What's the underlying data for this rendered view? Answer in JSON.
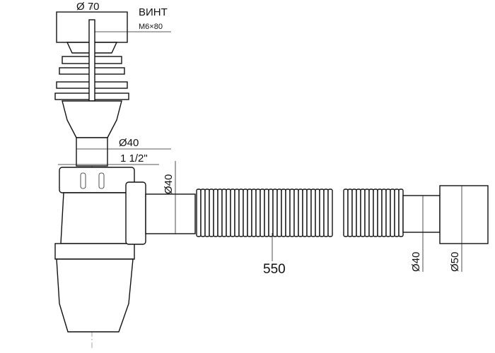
{
  "drawing": {
    "cap_diameter": "Ø 70",
    "screw_label": "ВИНТ",
    "screw_spec": "М6×80",
    "outlet_diameter": "Ø40",
    "thread_size": "1 1/2\"",
    "side_outlet_diameter": "Ø40",
    "hose_length": "550",
    "end_inner_diameter": "Ø40",
    "end_outer_diameter": "Ø50"
  }
}
